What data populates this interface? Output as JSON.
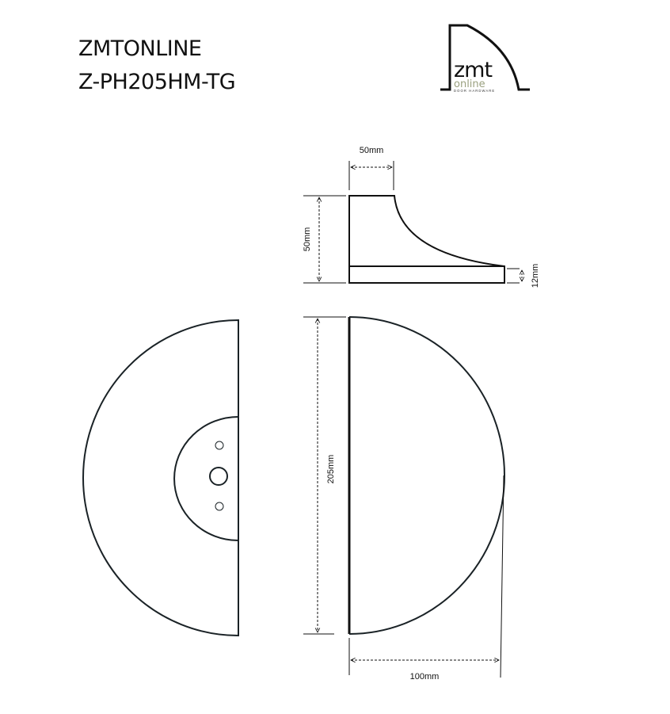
{
  "header": {
    "brand": "ZMTONLINE",
    "product_code": "Z-PH205HM-TG"
  },
  "logo": {
    "wordmark": "zmt",
    "sub": "online",
    "tagline": "DOOR HARDWARE",
    "sub_color": "#9aa07f"
  },
  "side_view": {
    "top_width_label": "50mm",
    "height_label": "50mm",
    "base_thickness_label": "12mm"
  },
  "front_view": {
    "height_label": "205mm",
    "depth_label": "100mm"
  },
  "rear_view": {
    "holes": [
      "fixing-hole-top",
      "center-hole",
      "fixing-hole-bottom"
    ]
  },
  "colors": {
    "line": "#111111",
    "background": "#ffffff"
  }
}
